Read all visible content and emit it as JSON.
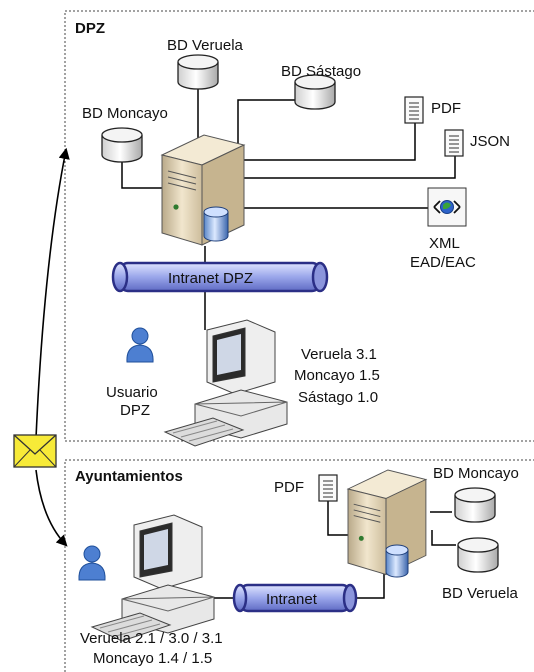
{
  "dpz": {
    "title": "DPZ",
    "databases": [
      "BD Veruela",
      "BD Sástago",
      "BD Moncayo"
    ],
    "outputs": {
      "pdf": "PDF",
      "json": "JSON",
      "xml_line1": "XML",
      "xml_line2": "EAD/EAC"
    },
    "network": "Intranet DPZ",
    "user_line1": "Usuario",
    "user_line2": "DPZ",
    "versions": [
      "Veruela 3.1",
      "Moncayo 1.5",
      "Sástago 1.0"
    ]
  },
  "ayuntamientos": {
    "title": "Ayuntamientos",
    "pdf": "PDF",
    "databases": [
      "BD Moncayo",
      "BD Veruela"
    ],
    "network": "Intranet",
    "versions": [
      "Veruela 2.1 / 3.0 / 3.1",
      "Moncayo 1.4 / 1.5"
    ]
  },
  "colors": {
    "pipe": "#2b2f86",
    "pipe_fill": "#aab4f0",
    "envelope": "#f5e23a",
    "server": "#e6d7b8"
  },
  "icons": [
    "database-icon",
    "server-icon",
    "workstation-icon",
    "user-icon",
    "document-icon",
    "xml-icon",
    "envelope-icon"
  ]
}
